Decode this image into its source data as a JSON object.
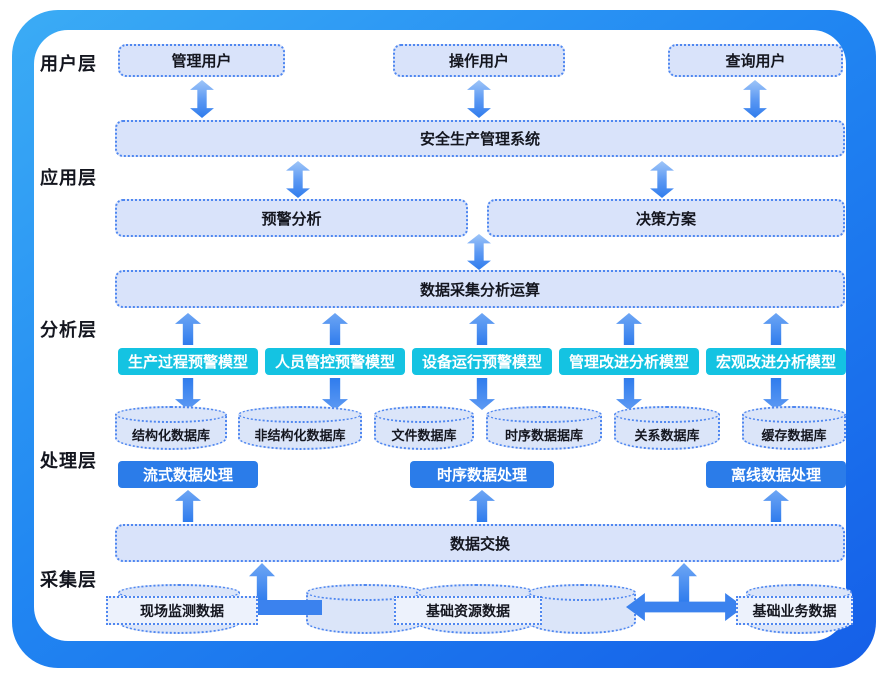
{
  "layers": [
    "用户层",
    "应用层",
    "分析层",
    "处理层",
    "采集层"
  ],
  "user_layer": {
    "boxes": [
      "管理用户",
      "操作用户",
      "查询用户"
    ]
  },
  "app_layer": {
    "system": "安全生产管理系统",
    "warning": "预警分析",
    "decision": "决策方案"
  },
  "analysis_layer": {
    "compute": "数据采集分析运算",
    "models": [
      "生产过程预警模型",
      "人员管控预警模型",
      "设备运行预警模型",
      "管理改进分析模型",
      "宏观改进分析模型"
    ]
  },
  "process_layer": {
    "databases": [
      "结构化数据库",
      "非结构化数据库",
      "文件数据库",
      "时序数据据库",
      "关系数据库",
      "缓存数据库"
    ],
    "processors": [
      "流式数据处理",
      "时序数据处理",
      "离线数据处理"
    ]
  },
  "collect_layer": {
    "exchange": "数据交换",
    "sources": [
      "现场监测数据",
      "基础资源数据",
      "基础业务数据"
    ]
  },
  "colors": {
    "frame_gradient_start": "#3bacf5",
    "frame_gradient_end": "#155fe8",
    "light_box_fill": "#d9e3fa",
    "dotted_border": "#4f87f0",
    "model_box_fill": "#14c3e2",
    "processor_box_fill": "#2b7ce9",
    "arrow_light": "#9ec5f8",
    "arrow_dark": "#2f7ced",
    "text_dark": "#14161f"
  }
}
